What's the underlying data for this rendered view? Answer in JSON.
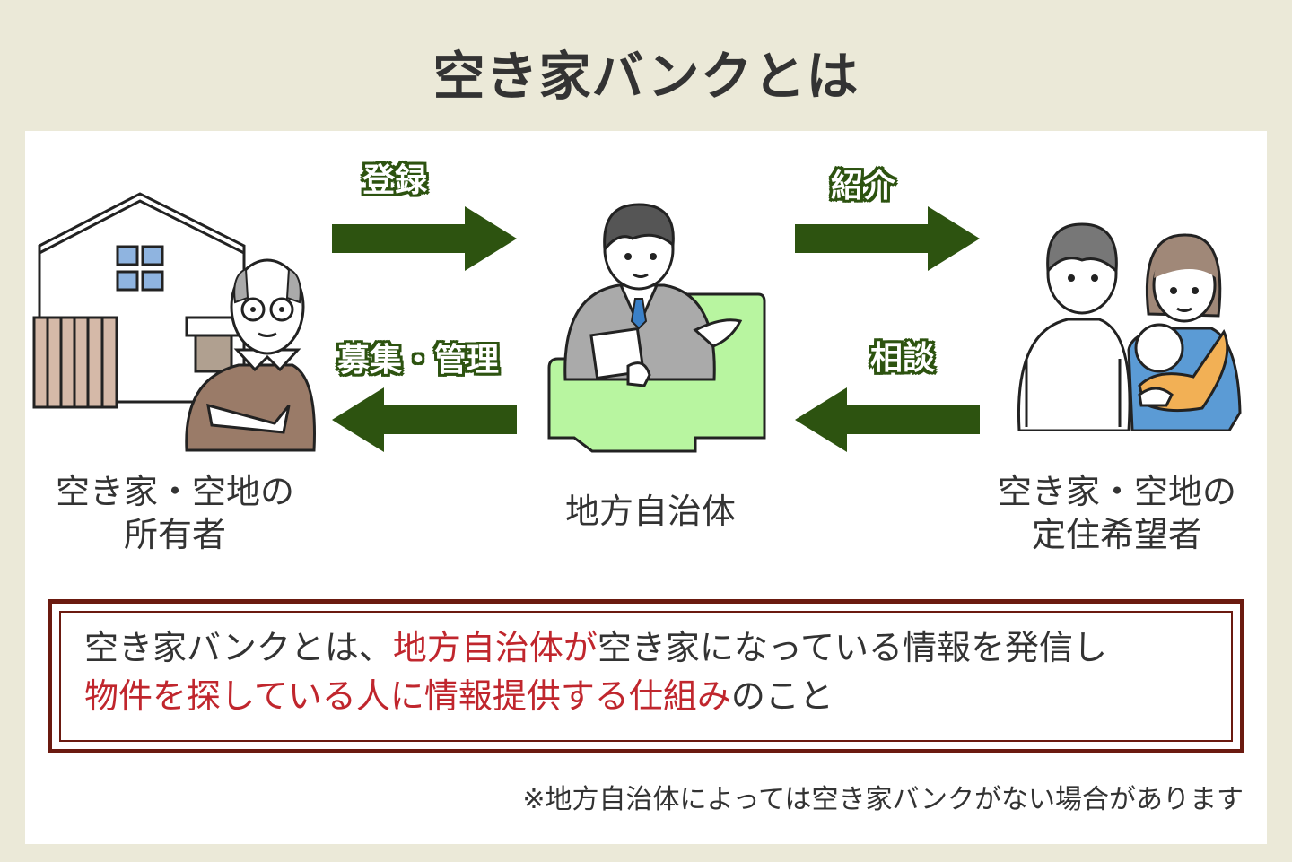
{
  "title": "空き家バンクとは",
  "flows": {
    "register": {
      "label": "登録",
      "direction": "right"
    },
    "recruit_manage": {
      "label": "募集・管理",
      "direction": "left"
    },
    "introduce": {
      "label": "紹介",
      "direction": "right"
    },
    "consult": {
      "label": "相談",
      "direction": "left"
    }
  },
  "roles": {
    "owner": {
      "line1": "空き家・空地の",
      "line2": "所有者",
      "icon": "elderly-man-house-icon"
    },
    "government": {
      "line1": "地方自治体",
      "icon": "official-staff-icon"
    },
    "seeker": {
      "line1": "空き家・空地の",
      "line2": "定住希望者",
      "icon": "family-icon"
    }
  },
  "description": {
    "l1_a": "空き家バンクとは、",
    "l1_b": "地方自治体が",
    "l1_c": "空き家になっている情報を発信し",
    "l2_a": "物件を探している人に情報提供する仕組み",
    "l2_b": "のこと"
  },
  "note": "※地方自治体によっては空き家バンクがない場合があります",
  "colors": {
    "background": "#ebe9d8",
    "arrow": "#2d5310",
    "highlight": "#c0262d",
    "box_border": "#6b1a10",
    "desk": "#b8f5a0"
  }
}
